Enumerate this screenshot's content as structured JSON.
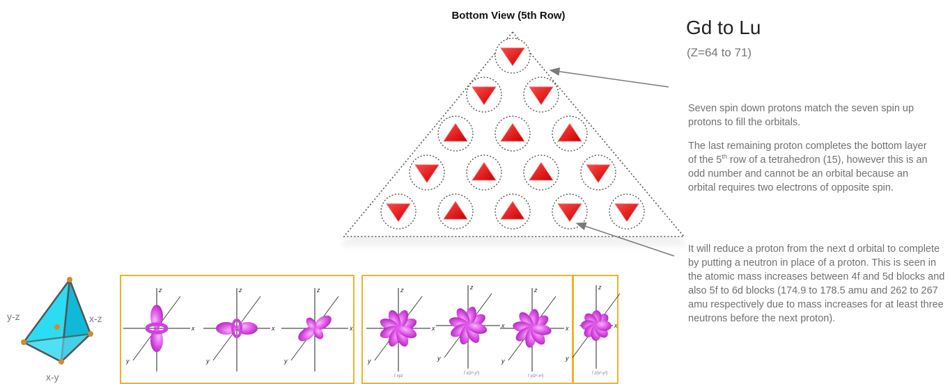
{
  "view_title": "Bottom View (5th Row)",
  "heading": "Gd to Lu",
  "subheading": "(Z=64 to 71)",
  "paragraph1": "Seven spin down protons match the seven spin up protons to fill the orbitals.",
  "paragraph2": {
    "before": "The last remaining proton completes the bottom layer of the 5",
    "sup": "th",
    "after": " row of a tetrahedron (15), however this is an odd number and cannot be an orbital because an orbital requires two electrons of opposite spin."
  },
  "paragraph3": "It will reduce a proton from the next d orbital to complete by putting a neutron in place of a proton.  This is seen in the atomic mass increases between 4f and 5d blocks and also 5f to 6d blocks (174.9 to 178.5 amu and 262 to 267 amu respectively due to mass increases for at least three neutrons before the next proton).",
  "tetra_labels": {
    "left": "y-z",
    "right": "x-z",
    "bottom": "x-y"
  },
  "proton_rows": [
    [
      "down"
    ],
    [
      "down",
      "down"
    ],
    [
      "up",
      "up",
      "up"
    ],
    [
      "down",
      "up",
      "up",
      "down"
    ],
    [
      "down",
      "up",
      "up",
      "down",
      "down"
    ]
  ],
  "axis_labels": {
    "z": "z",
    "x": "x",
    "y": "y"
  },
  "orbital_sub_labels": [
    "f xyz",
    "f x(z²-y²)",
    "f y(z²-x²)",
    "f z(x²-y²)"
  ],
  "colors": {
    "proton": "#e8000b",
    "lobe": "#e055e8",
    "tetra": "#22d6f0",
    "box": "#f0b323"
  }
}
